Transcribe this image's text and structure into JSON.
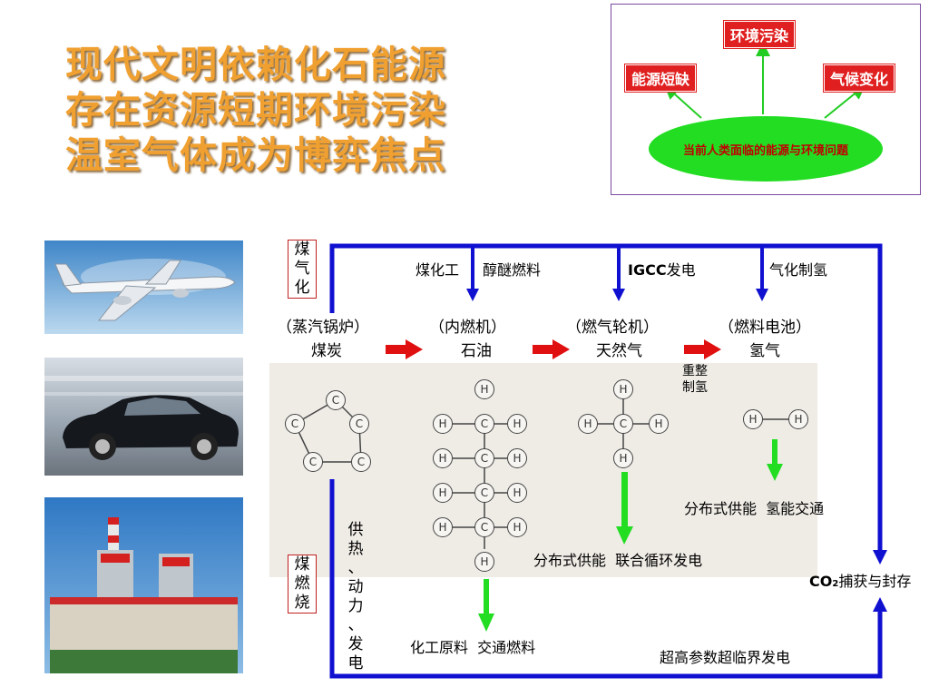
{
  "title": {
    "lines": [
      "现代文明依赖化石能源",
      "存在资源短期环境污染",
      "温室气体成为博弈焦点"
    ]
  },
  "problems": {
    "top": "环境污染",
    "left": "能源短缺",
    "right": "气候变化",
    "center": "当前人类面临的能源与环境问题"
  },
  "diagram": {
    "coal_gasification": [
      "煤",
      "气",
      "化"
    ],
    "coal_combustion": [
      "煤",
      "燃",
      "烧"
    ],
    "top_uses": {
      "coal_chem": "煤化工",
      "ether_fuel": "醇醚燃料",
      "igcc_bold": "IGCC",
      "igcc_rest": "发电",
      "gasify_h2": "气化制氢"
    },
    "stages": [
      {
        "device": "（蒸汽锅炉）",
        "fuel": "煤炭"
      },
      {
        "device": "（内燃机）",
        "fuel": "石油"
      },
      {
        "device": "（燃气轮机）",
        "fuel": "天然气"
      },
      {
        "device": "（燃料电池）",
        "fuel": "氢气"
      }
    ],
    "reform": [
      "重整",
      "制氢"
    ],
    "heat_power": [
      "供",
      "热",
      "、",
      "动",
      "力",
      "、",
      "发",
      "电"
    ],
    "outputs": {
      "oil": "化工原料  交通燃料",
      "gas": "分布式供能  联合循环发电",
      "h2": "分布式供能  氢能交通"
    },
    "co2_sub": "CO",
    "co2_num": "2",
    "co2_rest": "捕获与封存",
    "supercritical": "超高参数超临界发电",
    "atom_c": "C",
    "atom_h": "H"
  },
  "colors": {
    "title": "#f0a030",
    "frame_blue": "#1010d0",
    "arrow_red": "#e01010",
    "arrow_green": "#22dd22",
    "label_red": "#e02020"
  },
  "icons": [
    "airplane-image",
    "car-image",
    "power-plant-image"
  ]
}
